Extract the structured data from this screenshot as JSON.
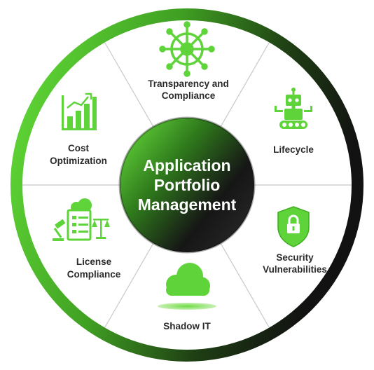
{
  "diagram": {
    "center": {
      "lines": [
        "Application",
        "Portfolio",
        "Management"
      ]
    },
    "segments": [
      {
        "id": "transparency",
        "lines": [
          "Transparency and",
          "Compliance"
        ],
        "icon": "ship-wheel-icon"
      },
      {
        "id": "lifecycle",
        "lines": [
          "Lifecycle"
        ],
        "icon": "robot-icon"
      },
      {
        "id": "security",
        "lines": [
          "Security",
          "Vulnerabilities"
        ],
        "icon": "shield-lock-icon"
      },
      {
        "id": "shadow-it",
        "lines": [
          "Shadow IT"
        ],
        "icon": "cloud-icon"
      },
      {
        "id": "license",
        "lines": [
          "License",
          "Compliance"
        ],
        "icon": "license-document-scale-icon"
      },
      {
        "id": "cost",
        "lines": [
          "Cost",
          "Optimization"
        ],
        "icon": "bar-chart-growth-icon"
      }
    ],
    "colors": {
      "accent_green": "#5fd43a",
      "ring_dark": "#1b1b1b",
      "divider": "#c8c8c8",
      "label_text": "#2b2b2b"
    }
  }
}
